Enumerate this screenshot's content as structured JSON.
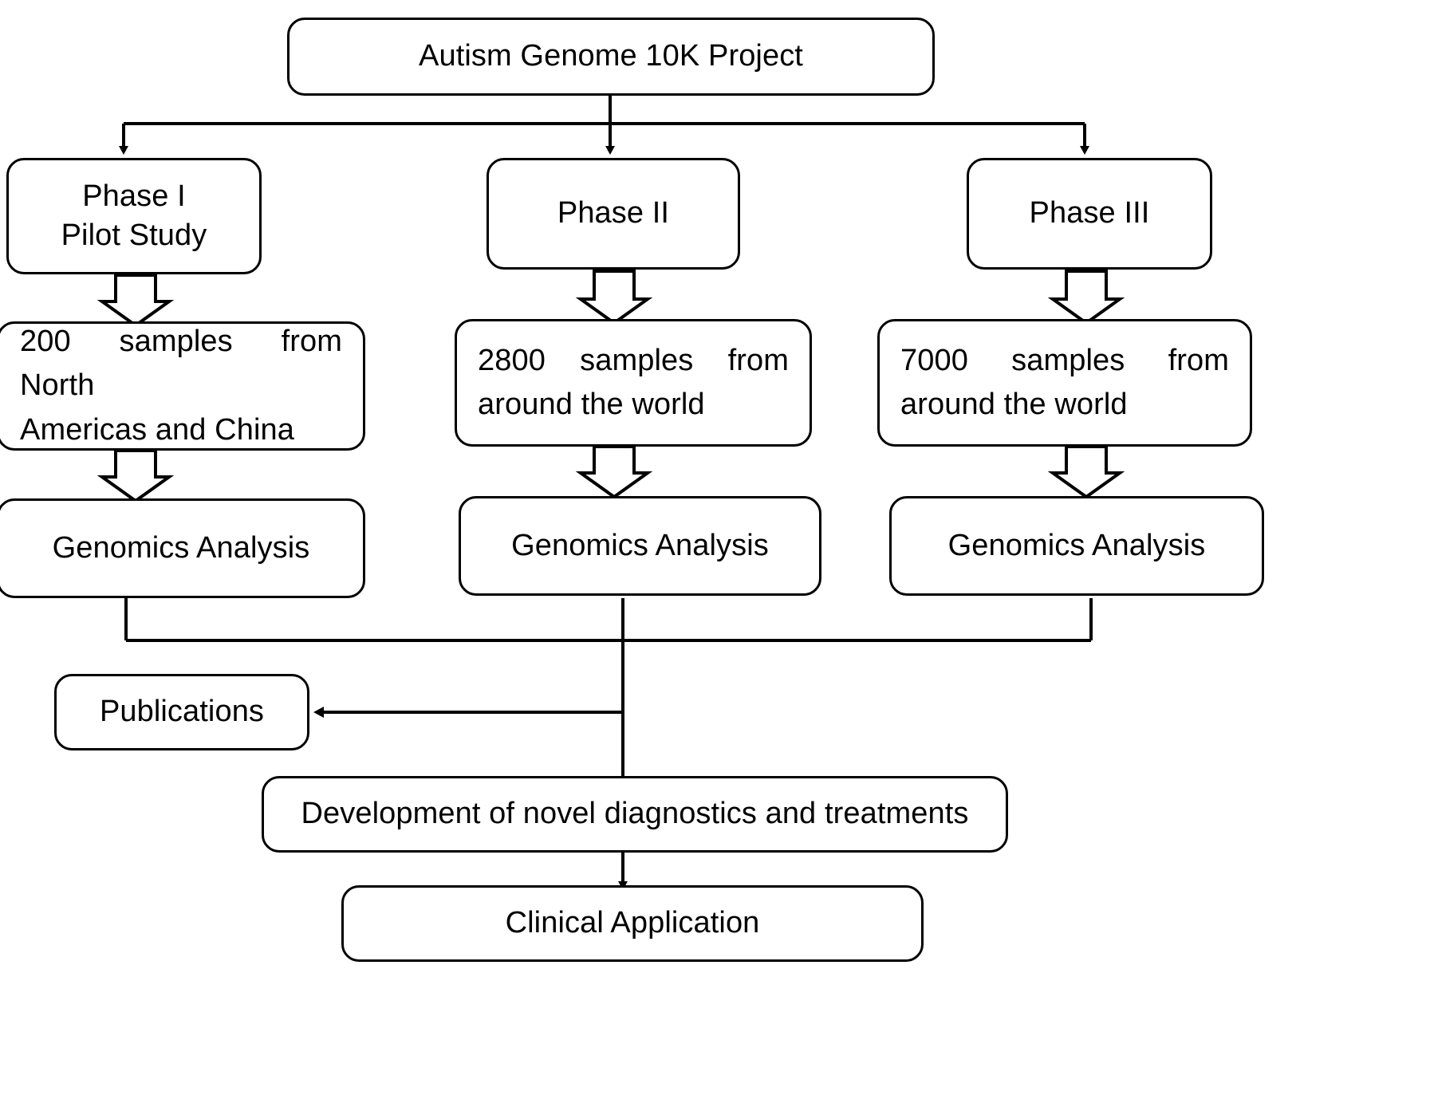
{
  "diagram": {
    "title": "Autism Genome 10K Project",
    "type": "flowchart",
    "orientation": "top-down",
    "style": {
      "node_fill": "#ffffff",
      "node_border": "#000000",
      "connector_color": "#000000",
      "background": "#ffffff"
    },
    "nodes": {
      "root": {
        "label": "Autism Genome 10K Project"
      },
      "phase1": {
        "line1": "Phase I",
        "line2": "Pilot Study"
      },
      "phase2": {
        "line1": "Phase II",
        "line2": ""
      },
      "phase3": {
        "line1": "Phase III",
        "line2": ""
      },
      "samples1": {
        "line1": "200 samples from North",
        "line2": "Americas and China"
      },
      "samples2": {
        "line1": "2800 samples from",
        "line2": "around the world"
      },
      "samples3": {
        "line1": "7000 samples from",
        "line2": "around the world"
      },
      "analysis1": {
        "label": "Genomics Analysis"
      },
      "analysis2": {
        "label": "Genomics Analysis"
      },
      "analysis3": {
        "label": "Genomics Analysis"
      },
      "publications": {
        "label": "Publications"
      },
      "development": {
        "label": "Development of novel diagnostics and treatments"
      },
      "clinical": {
        "label": "Clinical Application"
      }
    },
    "edges": [
      {
        "from": "root",
        "to": "phase1",
        "arrow": "solid"
      },
      {
        "from": "root",
        "to": "phase2",
        "arrow": "solid"
      },
      {
        "from": "root",
        "to": "phase3",
        "arrow": "solid"
      },
      {
        "from": "phase1",
        "to": "samples1",
        "arrow": "block"
      },
      {
        "from": "phase2",
        "to": "samples2",
        "arrow": "block"
      },
      {
        "from": "phase3",
        "to": "samples3",
        "arrow": "block"
      },
      {
        "from": "samples1",
        "to": "analysis1",
        "arrow": "block"
      },
      {
        "from": "samples2",
        "to": "analysis2",
        "arrow": "block"
      },
      {
        "from": "samples3",
        "to": "analysis3",
        "arrow": "block"
      },
      {
        "from": "analysis-merge",
        "to": "publications",
        "arrow": "solid"
      },
      {
        "from": "analysis-merge",
        "to": "development",
        "arrow": "solid"
      },
      {
        "from": "development",
        "to": "clinical",
        "arrow": "solid"
      }
    ]
  }
}
